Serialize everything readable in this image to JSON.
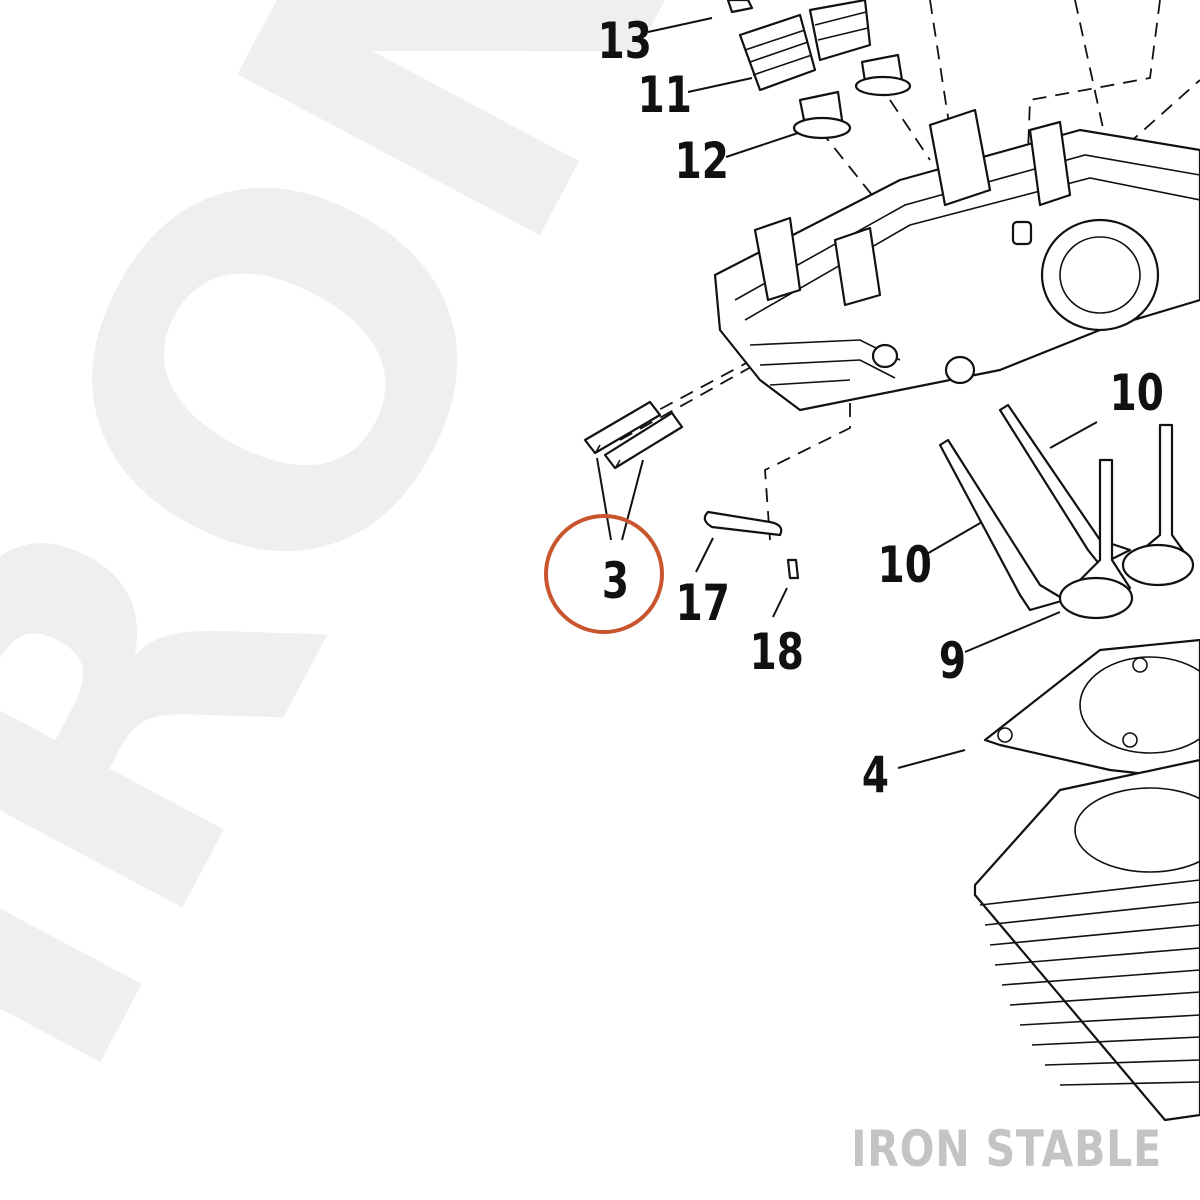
{
  "watermark": {
    "text": "IRON ST"
  },
  "brand": {
    "text": "IRON STABLE"
  },
  "highlight": {
    "part": "3",
    "color": "#c8552e"
  },
  "callouts": {
    "c13": "13",
    "c11": "11",
    "c12": "12",
    "c10a": "10",
    "c10b": "10",
    "c3": "3",
    "c17": "17",
    "c18": "18",
    "c9": "9",
    "c4": "4"
  }
}
